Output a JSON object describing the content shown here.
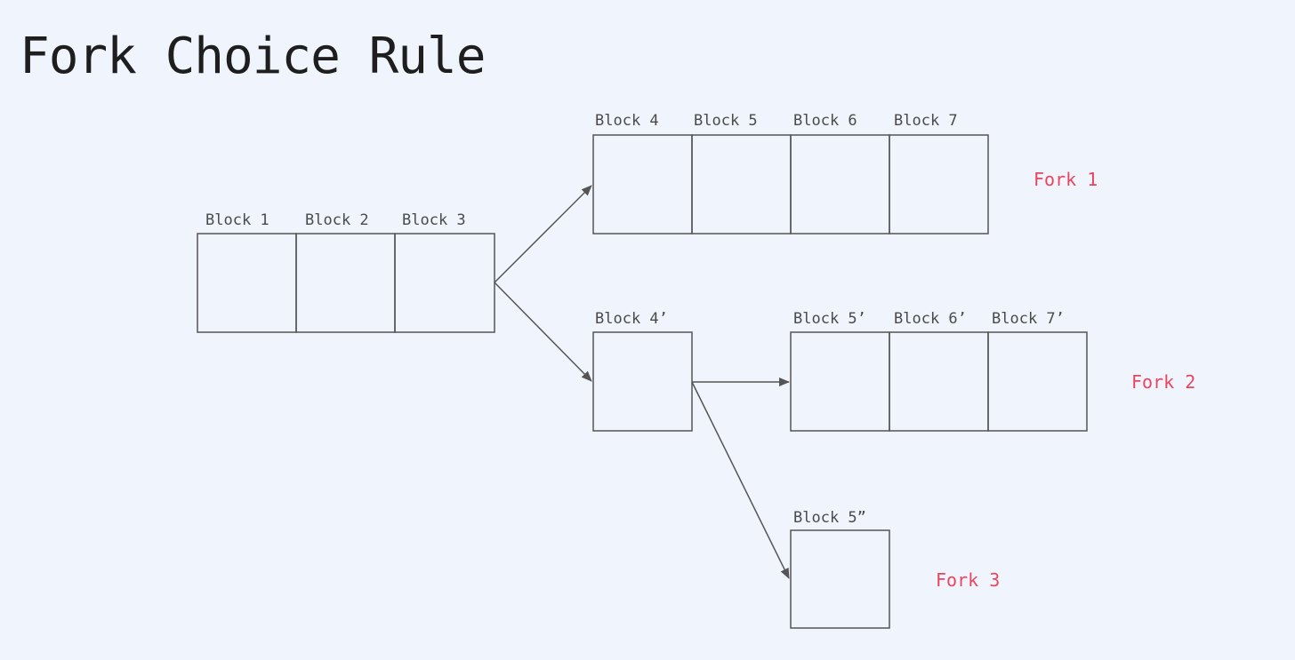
{
  "title": "Fork Choice Rule",
  "colors": {
    "background": "#f0f5fd",
    "block_stroke": "#555555",
    "fork_label": "#e8455f",
    "text": "#1e1e1e"
  },
  "blocks": {
    "b1": "Block 1",
    "b2": "Block 2",
    "b3": "Block 3",
    "b4": "Block 4",
    "b5": "Block 5",
    "b6": "Block 6",
    "b7": "Block 7",
    "b4p": "Block 4’",
    "b5p": "Block 5’",
    "b6p": "Block 6’",
    "b7p": "Block 7’",
    "b5pp": "Block 5”"
  },
  "forks": {
    "f1": "Fork 1",
    "f2": "Fork 2",
    "f3": "Fork 3"
  },
  "connections": [
    {
      "from": "Block 3",
      "to": "Block 4"
    },
    {
      "from": "Block 3",
      "to": "Block 4’"
    },
    {
      "from": "Block 4’",
      "to": "Block 5’"
    },
    {
      "from": "Block 4’",
      "to": "Block 5”"
    }
  ]
}
